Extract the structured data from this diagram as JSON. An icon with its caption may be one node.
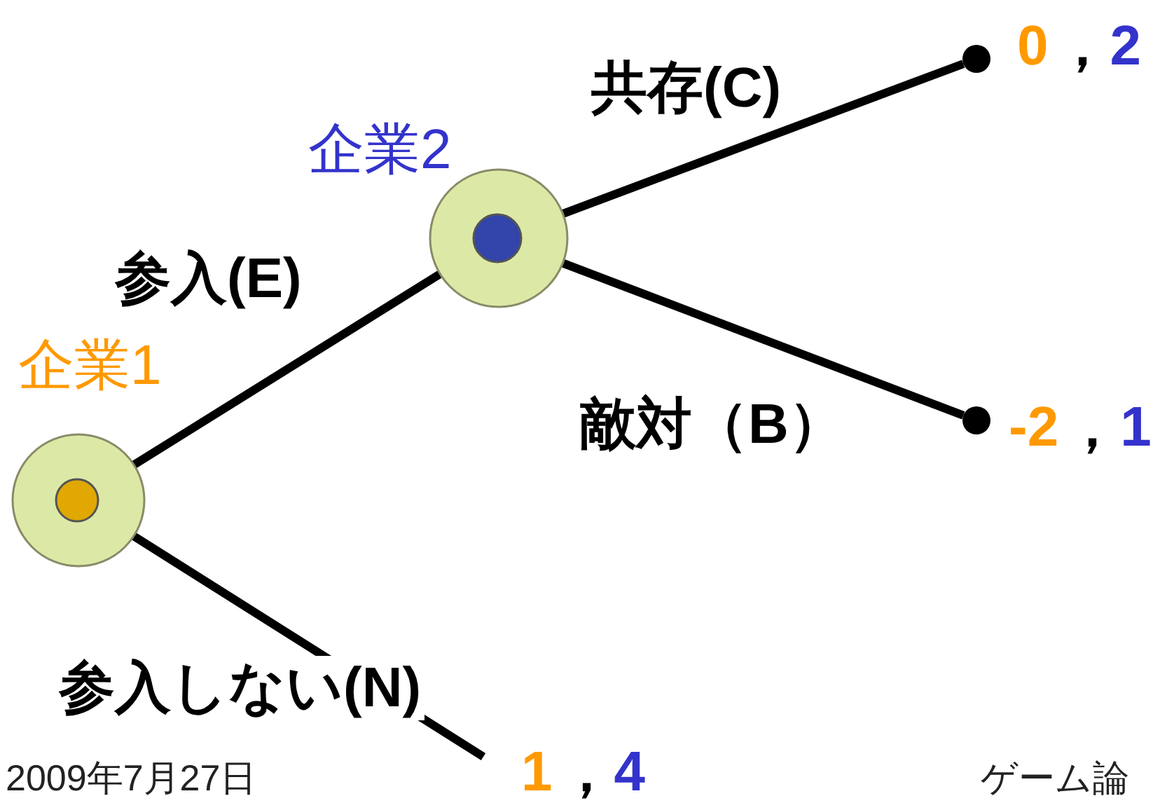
{
  "diagram": {
    "nodes": [
      {
        "text": [
          "企業1"
        ]
      },
      {
        "text": [
          "企業2"
        ]
      },
      {
        "text": [],
        "shape": "circle",
        "beside": [
          "0",
          "，",
          "2"
        ]
      },
      {
        "text": [],
        "shape": "circle",
        "beside": [
          "-2",
          "，",
          "1"
        ]
      },
      {
        "text": [
          "1",
          "，",
          "4"
        ]
      }
    ],
    "edges": [
      {
        "from": 0,
        "to": 1,
        "arrow": "none",
        "label": "参入(E)"
      },
      {
        "from": 1,
        "to": 2,
        "arrow": "none",
        "label": "共存(C)"
      },
      {
        "from": 1,
        "to": 3,
        "arrow": "none",
        "label": "敵対（B）"
      },
      {
        "from": 0,
        "to": 4,
        "arrow": "none",
        "label": "参入しない(N)"
      }
    ],
    "labels": [
      "2009年7月27日",
      "ゲーム論"
    ]
  }
}
